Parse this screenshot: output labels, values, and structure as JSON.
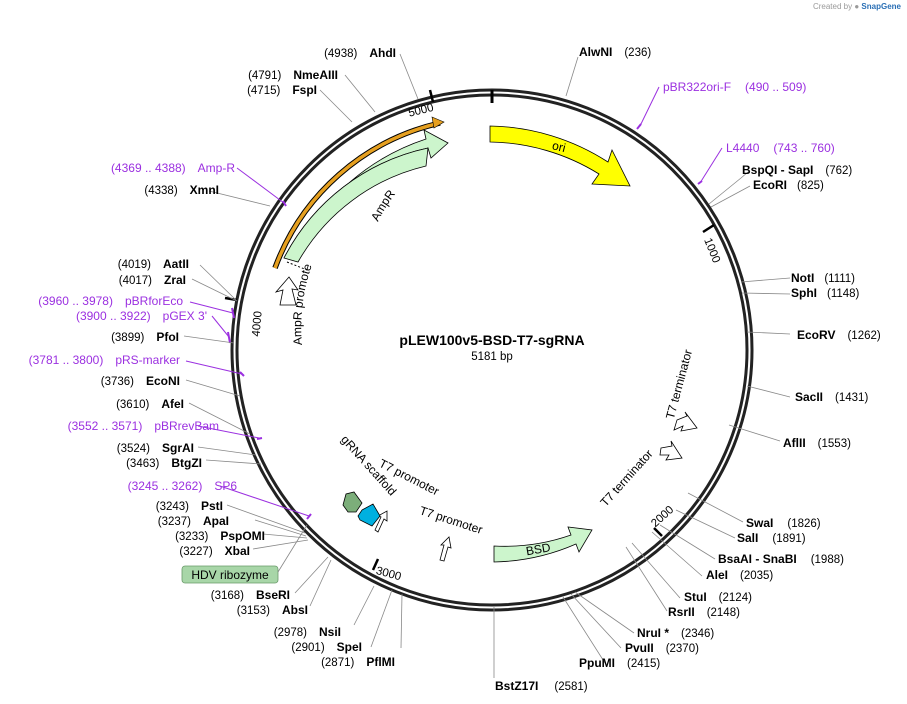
{
  "credit": {
    "prefix": "Created by",
    "brand": "SnapGene"
  },
  "plasmid": {
    "name": "pLEW100v5-BSD-T7-sgRNA",
    "length_label": "5181 bp",
    "length": 5181
  },
  "ticks": [
    "1000",
    "2000",
    "3000",
    "4000",
    "5000"
  ],
  "features": [
    {
      "id": "ori",
      "label": "ori",
      "color": "#ffff00"
    },
    {
      "id": "ampr",
      "label": "AmpR",
      "color": "#ccf5cc"
    },
    {
      "id": "ampr-promoter",
      "label": "AmpR promoter",
      "color": "#ffffff"
    },
    {
      "id": "bsd",
      "label": "BSD",
      "color": "#ccf5cc"
    },
    {
      "id": "t7-term-1",
      "label": "T7 terminator",
      "color": "#ffffff"
    },
    {
      "id": "t7-term-2",
      "label": "T7 terminator",
      "color": "#ffffff"
    },
    {
      "id": "t7-prom-1",
      "label": "T7 promoter",
      "color": "#ffffff"
    },
    {
      "id": "t7-prom-2",
      "label": "T7 promoter",
      "color": "#00b0e0"
    },
    {
      "id": "grna",
      "label": "gRNA scaffold",
      "color": "#7cae7a"
    },
    {
      "id": "hdv",
      "label": "HDV ribozyme",
      "color": "#a8d6a8"
    }
  ],
  "enzymes": [
    {
      "name": "AlwNI",
      "pos": "(236)"
    },
    {
      "name": "BspQI",
      "sep": " - ",
      "name2": "SapI",
      "pos": "(762)"
    },
    {
      "name": "EcoRI",
      "pos": "(825)"
    },
    {
      "name": "NotI",
      "pos": "(1111)"
    },
    {
      "name": "SphI",
      "pos": "(1148)"
    },
    {
      "name": "EcoRV",
      "pos": "(1262)"
    },
    {
      "name": "SacII",
      "pos": "(1431)"
    },
    {
      "name": "AflII",
      "pos": "(1553)"
    },
    {
      "name": "SwaI",
      "pos": "(1826)"
    },
    {
      "name": "SalI",
      "pos": "(1891)"
    },
    {
      "name": "BsaAI",
      "sep": " - ",
      "name2": "SnaBI",
      "pos": "(1988)"
    },
    {
      "name": "AleI",
      "pos": "(2035)"
    },
    {
      "name": "StuI",
      "pos": "(2124)"
    },
    {
      "name": "RsrII",
      "pos": "(2148)"
    },
    {
      "name": "NruI *",
      "pos": "(2346)"
    },
    {
      "name": "PvuII",
      "pos": "(2370)"
    },
    {
      "name": "PpuMI",
      "pos": "(2415)"
    },
    {
      "name": "BstZ17I",
      "pos": "(2581)"
    },
    {
      "name": "PflMI",
      "pos": "(2871)"
    },
    {
      "name": "SpeI",
      "pos": "(2901)"
    },
    {
      "name": "NsiI",
      "pos": "(2978)"
    },
    {
      "name": "AbsI",
      "pos": "(3153)"
    },
    {
      "name": "BseRI",
      "pos": "(3168)"
    },
    {
      "name": "XbaI",
      "pos": "(3227)"
    },
    {
      "name": "PspOMI",
      "pos": "(3233)"
    },
    {
      "name": "ApaI",
      "pos": "(3237)"
    },
    {
      "name": "PstI",
      "pos": "(3243)"
    },
    {
      "name": "BtgZI",
      "pos": "(3463)"
    },
    {
      "name": "SgrAI",
      "pos": "(3524)"
    },
    {
      "name": "AfeI",
      "pos": "(3610)"
    },
    {
      "name": "EcoNI",
      "pos": "(3736)"
    },
    {
      "name": "PfoI",
      "pos": "(3899)"
    },
    {
      "name": "ZraI",
      "pos": "(4017)"
    },
    {
      "name": "AatII",
      "pos": "(4019)"
    },
    {
      "name": "XmnI",
      "pos": "(4338)"
    },
    {
      "name": "FspI",
      "pos": "(4715)"
    },
    {
      "name": "NmeAIII",
      "pos": "(4791)"
    },
    {
      "name": "AhdI",
      "pos": "(4938)"
    }
  ],
  "primers": [
    {
      "name": "pBR322ori-F",
      "pos": "(490 .. 509)"
    },
    {
      "name": "L4440",
      "pos": "(743 .. 760)"
    },
    {
      "name": "SP6",
      "pos": "(3245 .. 3262)"
    },
    {
      "name": "pBRrevBam",
      "pos": "(3552 .. 3571)"
    },
    {
      "name": "pRS-marker",
      "pos": "(3781 .. 3800)"
    },
    {
      "name": "pGEX 3'",
      "pos": "(3900 .. 3922)"
    },
    {
      "name": "pBRforEco",
      "pos": "(3960 .. 3978)"
    },
    {
      "name": "Amp-R",
      "pos": "(4369 .. 4388)"
    }
  ],
  "colors": {
    "primer": "#9b30e0",
    "backbone": "#222222",
    "orange_arc": "#e6a020"
  }
}
